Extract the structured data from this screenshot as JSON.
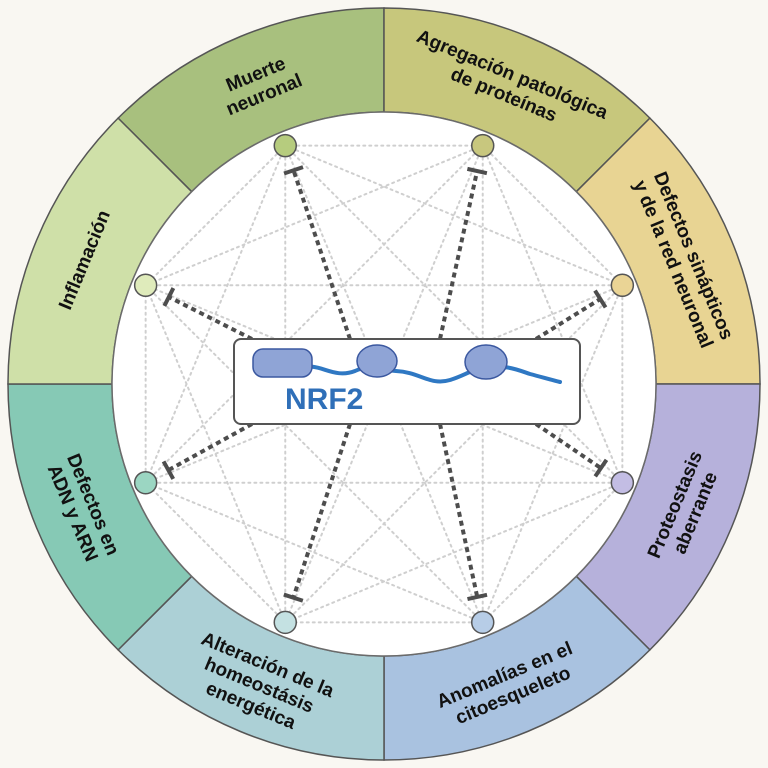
{
  "center": {
    "protein_label": "NRF2",
    "colors": {
      "domain_fill": "#8fa4d6",
      "domain_stroke": "#3b58a0",
      "chain": "#2f78c3",
      "label": "#2f6fb8"
    }
  },
  "segments": [
    {
      "id": "muerte-neuronal",
      "lines": [
        "Muerte",
        "neuronal"
      ],
      "color": "#a8c07e"
    },
    {
      "id": "agregacion-patologica",
      "lines": [
        "Agregación patológica",
        "de proteínas"
      ],
      "color": "#c7c77c"
    },
    {
      "id": "defectos-sinapticos",
      "lines": [
        "Defectos sinápticos",
        "y de la red neuronal"
      ],
      "color": "#e8d493"
    },
    {
      "id": "proteostasis-aberrante",
      "lines": [
        "Proteostasis",
        "aberrante"
      ],
      "color": "#b6b1db"
    },
    {
      "id": "anomalias-citoesqueleto",
      "lines": [
        "Anomalías en el",
        "citoesqueleto"
      ],
      "color": "#a9c2e0"
    },
    {
      "id": "alteracion-homeostasis",
      "lines": [
        "Alteración de la",
        "homeostásis",
        "energética"
      ],
      "color": "#acd0d6"
    },
    {
      "id": "defectos-adn-arn",
      "lines": [
        "Defectos en",
        "ADN y ARN"
      ],
      "color": "#86c9b5"
    },
    {
      "id": "inflamacion",
      "lines": [
        "Inflamación"
      ],
      "color": "#cfe0a8"
    }
  ],
  "node_colors": [
    "#b6cc7e",
    "#c8c77e",
    "#ead495",
    "#c3bde4",
    "#b7cde7",
    "#c4e1e2",
    "#9bd6c2",
    "#dfebbb"
  ]
}
